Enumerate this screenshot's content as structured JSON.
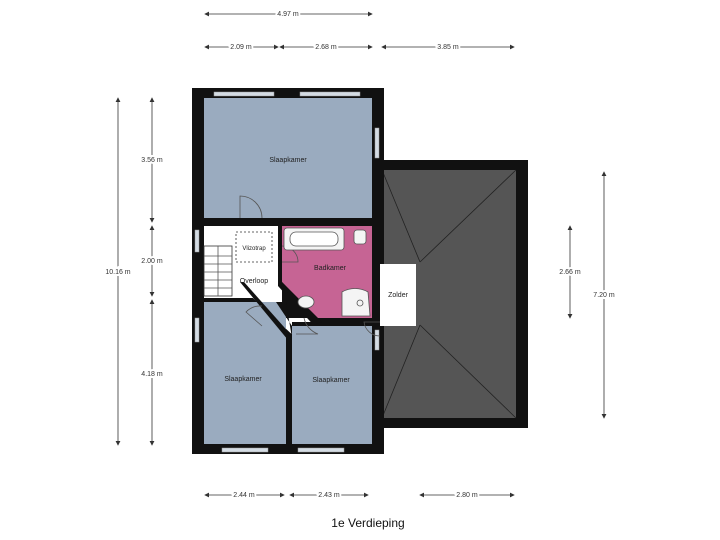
{
  "title": "1e Verdieping",
  "rooms": {
    "bedroom_top": "Slaapkamer",
    "vliering": "Vlizotrap",
    "bathroom": "Badkamer",
    "landing": "Overloop",
    "attic": "Zolder",
    "bedroom_left": "Slaapkamer",
    "bedroom_right": "Slaapkamer"
  },
  "dimensions": {
    "top_total": "4.97 m",
    "top_a": "2.09 m",
    "top_b": "2.68 m",
    "top_c": "3.85 m",
    "left_total": "10.16 m",
    "left_a": "3.56 m",
    "left_b": "2.00 m",
    "left_c": "4.18 m",
    "right_inner": "2.66 m",
    "right_outer": "7.20 m",
    "bottom_a": "2.44 m",
    "bottom_b": "2.43 m",
    "bottom_c": "2.80 m"
  },
  "colors": {
    "room_fill": "#9aabbf",
    "bath_fill": "#c66494",
    "wall": "#111111",
    "roof_fill": "#555555",
    "window": "#d4dce4",
    "floor_white": "#ffffff"
  }
}
